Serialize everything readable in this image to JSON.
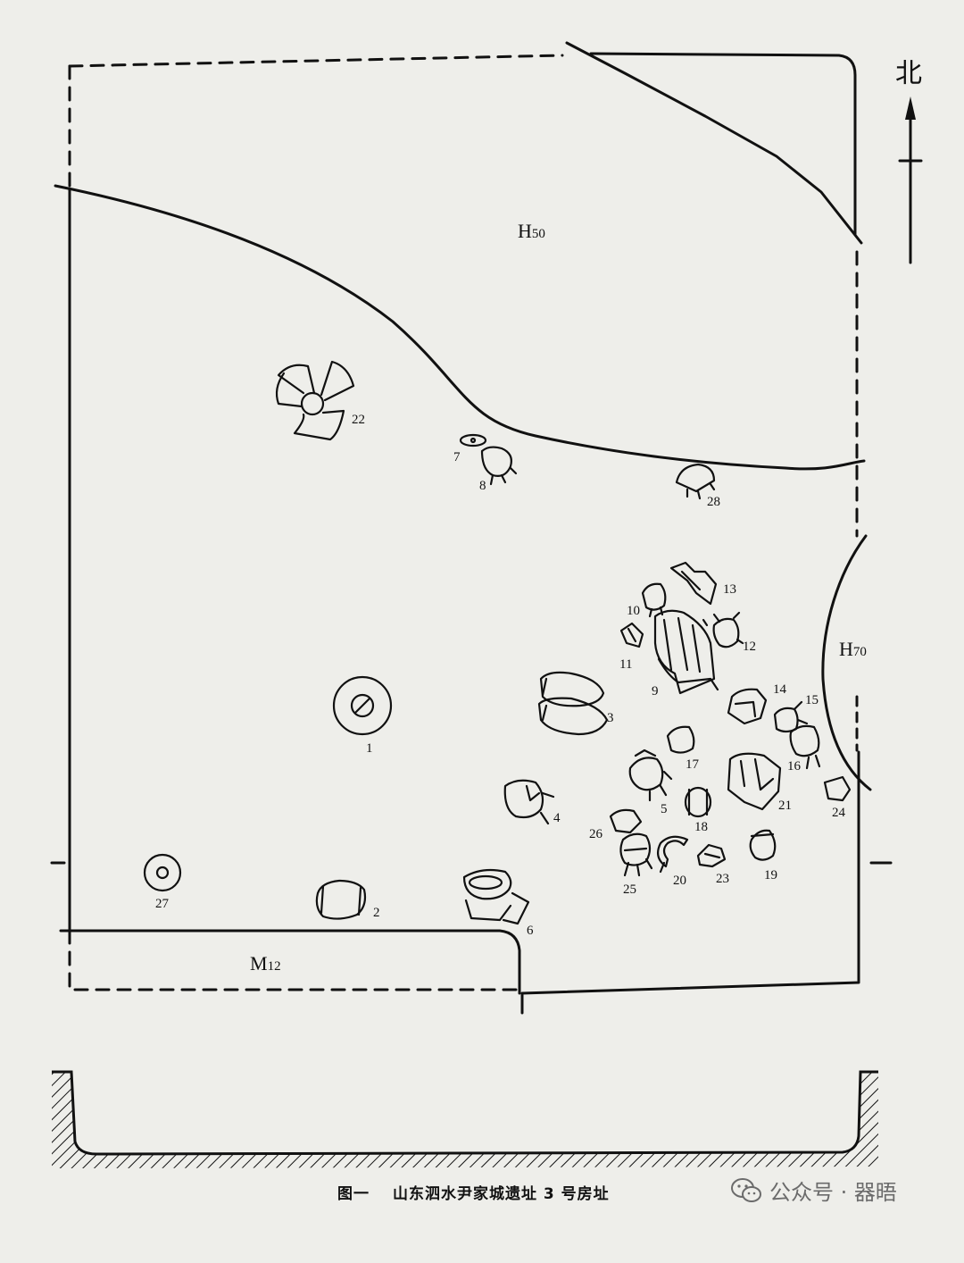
{
  "north_label": "北",
  "zones": {
    "h50": "H50",
    "h70": "H70",
    "m12": "M12"
  },
  "artifact_labels": [
    "1",
    "2",
    "3",
    "4",
    "5",
    "6",
    "7",
    "8",
    "9",
    "10",
    "11",
    "12",
    "13",
    "14",
    "15",
    "16",
    "17",
    "18",
    "19",
    "20",
    "21",
    "22",
    "23",
    "24",
    "25",
    "26",
    "27",
    "28"
  ],
  "caption": {
    "figure_no": "图一",
    "title": "山东泗水尹家城遗址 3 号房址"
  },
  "watermark": {
    "text": "公众号 · 器晤"
  },
  "colors": {
    "paper": "#eeeeea",
    "ink": "#111111",
    "watermark": "#6b6b6b"
  }
}
